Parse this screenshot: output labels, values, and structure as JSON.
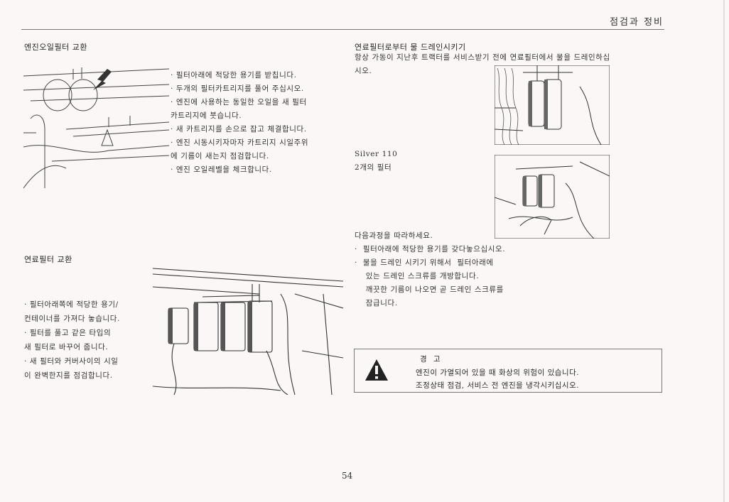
{
  "header": {
    "title": "점검과 정비"
  },
  "section_oil": {
    "heading": "엔진오일필터 교환",
    "lines": [
      "· 필터아래에 적당한 용기를 받칩니다.",
      "· 두개의 필터카트리지를 풀어 주십시오.",
      "· 엔진에 사용하는 동일한 오일을 새 필터",
      "카트리지에 붓습니다.",
      "· 새 카트리지를 손으로 잡고 체결합니다.",
      "· 엔진 시동시키자마자 카트리지 시일주위",
      "에 기름이 새는지 점검합니다.",
      "· 엔진 오일레벨을 체크합니다."
    ]
  },
  "section_fuel": {
    "heading": "연료필터 교환",
    "lines": [
      "· 필터아래쪽에 적당한 용기/",
      "컨테이너를 가져다 놓습니다.",
      "· 필터를 풀고 같은 타입의",
      "새 필터로 바꾸어 줍니다.",
      "· 새 필터와 커버사이의 시일",
      "이 완벽한지를 점검합니다."
    ]
  },
  "section_drain": {
    "heading": "연료필터로부터 물 드레인시키기",
    "intro_lines": [
      "항상 가동이 지난후 트랙터를 서비스받기 전에 연료필터에서 물을 드레인하십",
      "시오."
    ],
    "model_label": "Silver 110",
    "filter_label": "2개의 필터",
    "steps_intro": "다음과정을 따라하세요.",
    "steps": [
      "·  필터아래에 적당한 용기를 갖다놓으십시오.",
      "·  물을 드레인 시키기 위해서  필터아래에",
      "    있는 드레인 스크류를 개방합니다.",
      "    깨끗한 기름이 나오면 곧 드레인 스크류를",
      "    잠급니다."
    ]
  },
  "warning": {
    "title": "경  고",
    "line1": "엔진이 가열되어 있을 때 화상의 위험이 있습니다.",
    "line2": "조정상태 점검, 서비스 전 엔진을 냉각시키십시오."
  },
  "page_number": "54"
}
